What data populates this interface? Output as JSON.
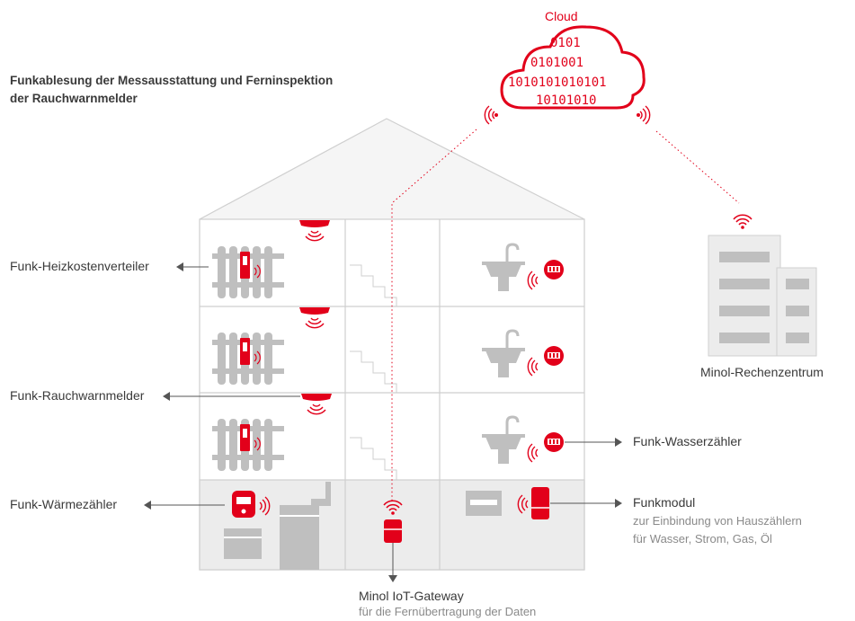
{
  "title": {
    "line1": "Funkablesung der Messausstattung und Ferninspektion",
    "line2": "der Rauchwarnmelder"
  },
  "cloud": {
    "label": "Cloud",
    "binary_rows": [
      "0101",
      "0101001",
      "1010101010101",
      "10101010"
    ]
  },
  "labels": {
    "heizkostenverteiler": "Funk-Heizkostenverteiler",
    "rauchwarnmelder": "Funk-Rauchwarnmelder",
    "waermezaehler": "Funk-Wärmezähler",
    "wasserzaehler": "Funk-Wasserzähler",
    "rechenzentrum": "Minol-Rechenzentrum",
    "funkmodul": "Funkmodul",
    "funkmodul_sub1": "zur Einbindung von Hauszählern",
    "funkmodul_sub2": "für Wasser, Strom, Gas, Öl",
    "gateway": "Minol IoT-Gateway",
    "gateway_sub": "für die Fernübertragung der Daten"
  },
  "colors": {
    "accent": "#e2001a",
    "house_outline": "#cfcfcf",
    "device_gray": "#bfbfbf",
    "basement_fill": "#ececec"
  }
}
